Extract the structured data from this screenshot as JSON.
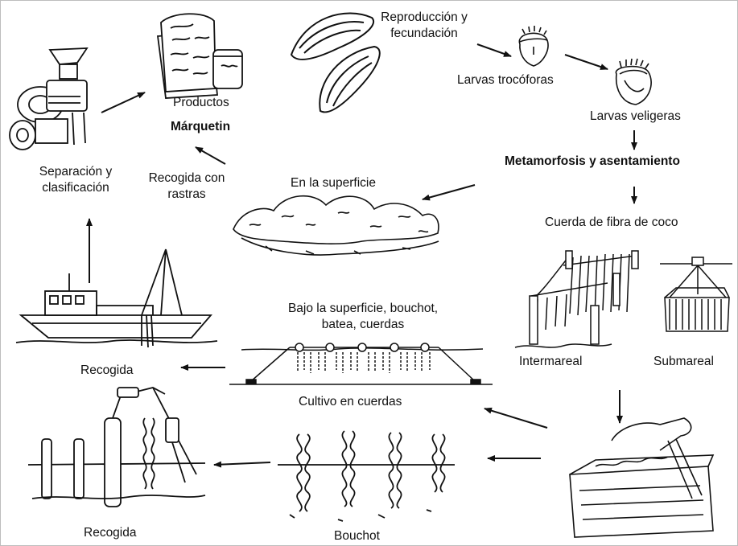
{
  "labels": {
    "reproduccion_line1": "Reproducción y",
    "reproduccion_line2": "fecundación",
    "larvas_trocoforas": "Larvas trocóforas",
    "larvas_veligeras": "Larvas veligeras",
    "metamorfosis": "Metamorfosis y asentamiento",
    "cuerda_coco": "Cuerda de fibra de coco",
    "intermareal": "Intermareal",
    "submareal": "Submareal",
    "en_superficie": "En la superficie",
    "bajo_superficie_line1": "Bajo la superficie, bouchot,",
    "bajo_superficie_line2": "batea, cuerdas",
    "cultivo_cuerdas": "Cultivo en cuerdas",
    "bouchot": "Bouchot",
    "recogida_bottom": "Recogida",
    "recogida_middle": "Recogida",
    "separacion_line1": "Separación y",
    "separacion_line2": "clasificación",
    "recogida_rastras_line1": "Recogida con",
    "recogida_rastras_line2": "rastras",
    "productos": "Productos",
    "marquetin": "Márquetin"
  }
}
